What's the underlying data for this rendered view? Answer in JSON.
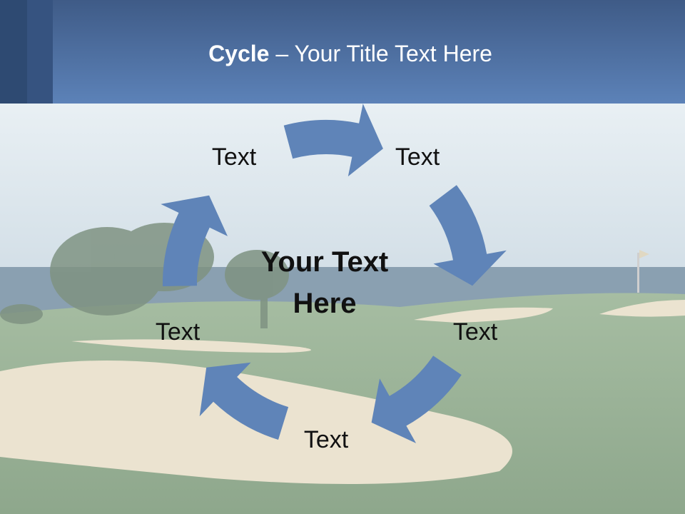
{
  "title": {
    "bold": "Cycle",
    "rest": " – Your Title Text Here"
  },
  "center_text": {
    "line1": "Your Text",
    "line2": "Here"
  },
  "nodes": [
    {
      "label": "Text"
    },
    {
      "label": "Text"
    },
    {
      "label": "Text"
    },
    {
      "label": "Text"
    },
    {
      "label": "Text"
    }
  ],
  "colors": {
    "title_bar_top": "#3d5a86",
    "title_bar_bottom": "#5a80b6",
    "arrow": "#5f84b8",
    "sky": "#dbe6ee",
    "sea": "#7b93a6",
    "grass": "#93ad92",
    "sand": "#e6ddc8"
  }
}
